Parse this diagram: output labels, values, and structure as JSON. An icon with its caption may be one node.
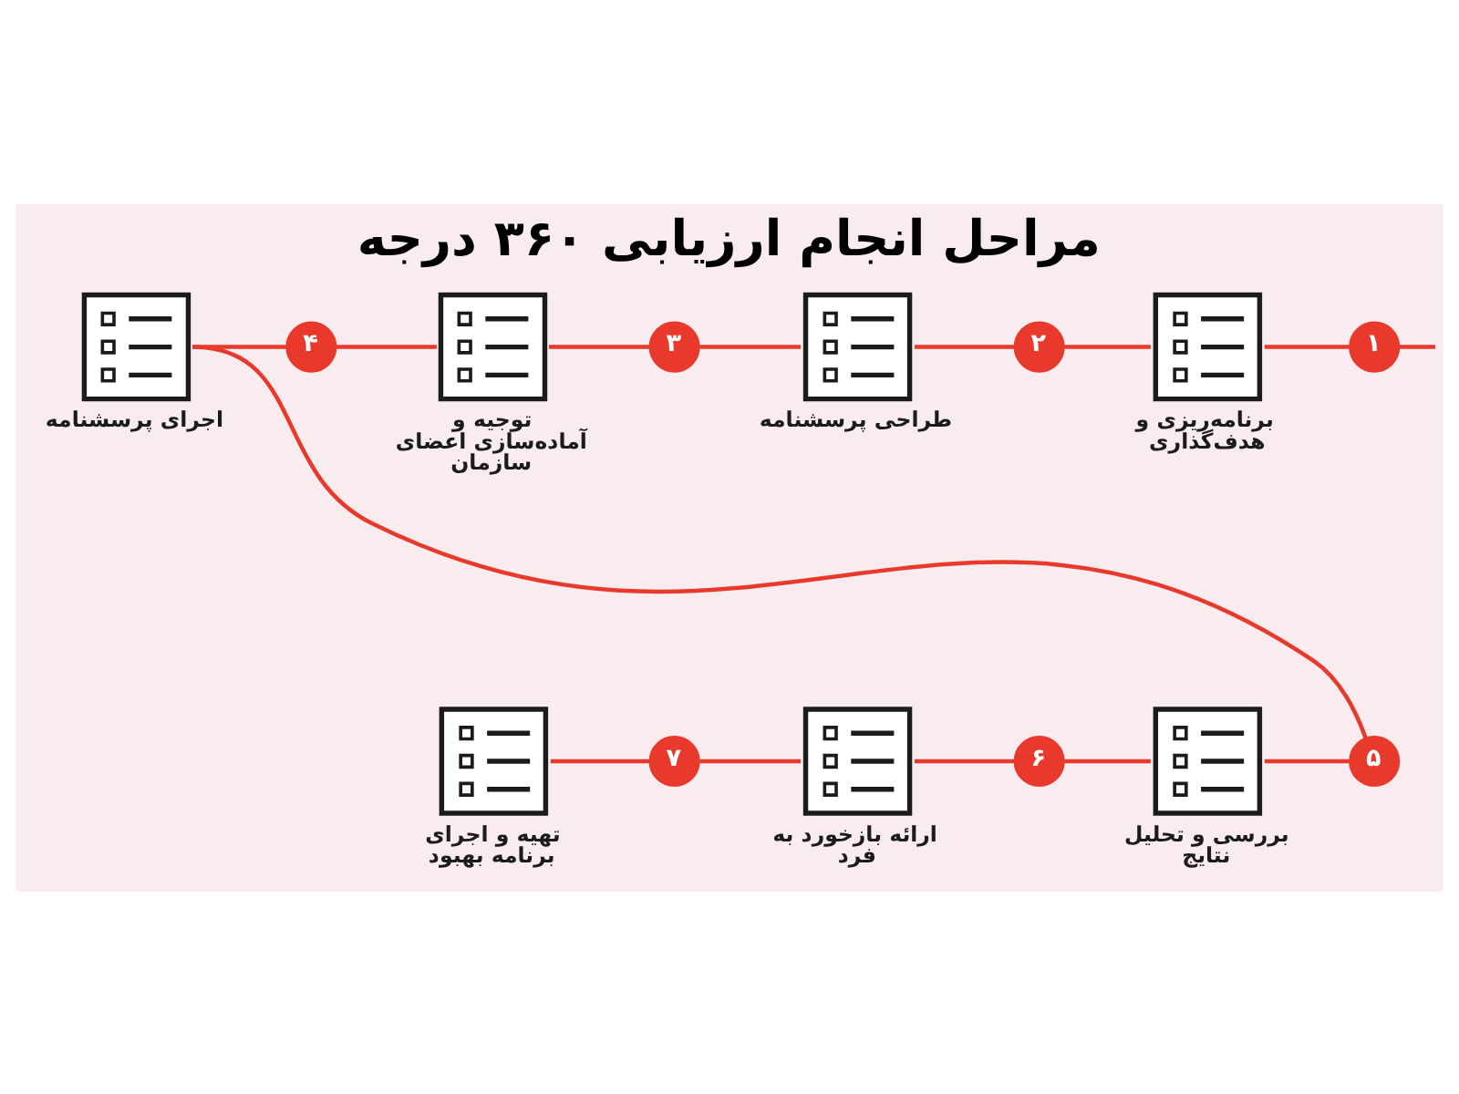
{
  "diagram": {
    "title": "مراحل انجام ارزیابی ۳۶۰ درجه",
    "nodes": [
      {
        "text": [
          "۱"
        ]
      },
      {
        "text": [],
        "shape": "picture",
        "beside": [
          "برنامه‌ریزی و هدف‌گذاری"
        ]
      },
      {
        "text": [
          "۲"
        ]
      },
      {
        "text": [],
        "shape": "picture",
        "beside": [
          "طراحی پرسشنامه"
        ]
      },
      {
        "text": [
          "۳"
        ]
      },
      {
        "text": [],
        "shape": "picture",
        "beside": [
          "توجیه و آماده‌سازی اعضای سازمان"
        ]
      },
      {
        "text": [
          "۴"
        ]
      },
      {
        "text": [],
        "shape": "picture",
        "beside": [
          "اجرای پرسشنامه"
        ]
      },
      {
        "text": [
          "۵"
        ]
      },
      {
        "text": [],
        "shape": "picture",
        "beside": [
          "بررسی و تحلیل نتایج"
        ]
      },
      {
        "text": [
          "۶"
        ]
      },
      {
        "text": [],
        "shape": "picture",
        "beside": [
          "ارائه بازخورد به فرد"
        ]
      },
      {
        "text": [
          "۷"
        ]
      },
      {
        "text": [],
        "shape": "picture",
        "beside": [
          "تهیه و اجرای برنامه بهبود"
        ]
      }
    ],
    "edges": [
      {
        "from": null,
        "to": 0,
        "arrow": "none"
      },
      {
        "from": 0,
        "to": 1,
        "arrow": "none"
      },
      {
        "from": 1,
        "to": 2,
        "arrow": "none"
      },
      {
        "from": 2,
        "to": 3,
        "arrow": "none"
      },
      {
        "from": 3,
        "to": 4,
        "arrow": "none"
      },
      {
        "from": 4,
        "to": 5,
        "arrow": "none"
      },
      {
        "from": 5,
        "to": 6,
        "arrow": "none"
      },
      {
        "from": 6,
        "to": 7,
        "arrow": "none"
      },
      {
        "from": 7,
        "to": 8,
        "arrow": "none"
      },
      {
        "from": 8,
        "to": 9,
        "arrow": "none"
      },
      {
        "from": 9,
        "to": 10,
        "arrow": "none"
      },
      {
        "from": 10,
        "to": 11,
        "arrow": "none"
      },
      {
        "from": 11,
        "to": 12,
        "arrow": "none"
      },
      {
        "from": 12,
        "to": 13,
        "arrow": "none"
      }
    ]
  }
}
